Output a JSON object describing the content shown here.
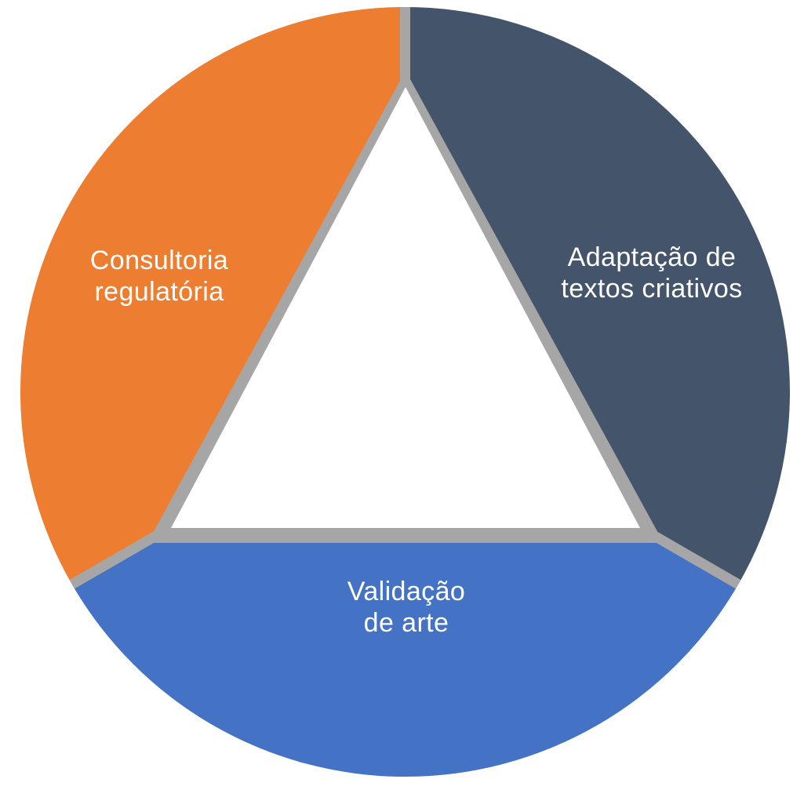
{
  "diagram": {
    "type": "three-part-circular-cycle-diagram",
    "background": "#FFFFFF",
    "colors": {
      "orange": "#ED7D31",
      "dark_blue": "#44546A",
      "blue": "#4472C4",
      "divider": "#A6A6A6",
      "center_triangle": "#FFFFFF",
      "label_text": "#FFFFFF"
    },
    "segments": [
      {
        "id": "consultoria-regulatoria",
        "label_line1": "Consultoria",
        "label_line2": "regulatória",
        "color": "#ED7D31",
        "position": "upper-left"
      },
      {
        "id": "adaptacao-textos-criativos",
        "label_line1": "Adaptação de",
        "label_line2": "textos criativos",
        "color": "#44546A",
        "position": "upper-right"
      },
      {
        "id": "validacao-de-arte",
        "label_line1": "Validação",
        "label_line2": "de arte",
        "color": "#4472C4",
        "position": "bottom"
      }
    ]
  }
}
